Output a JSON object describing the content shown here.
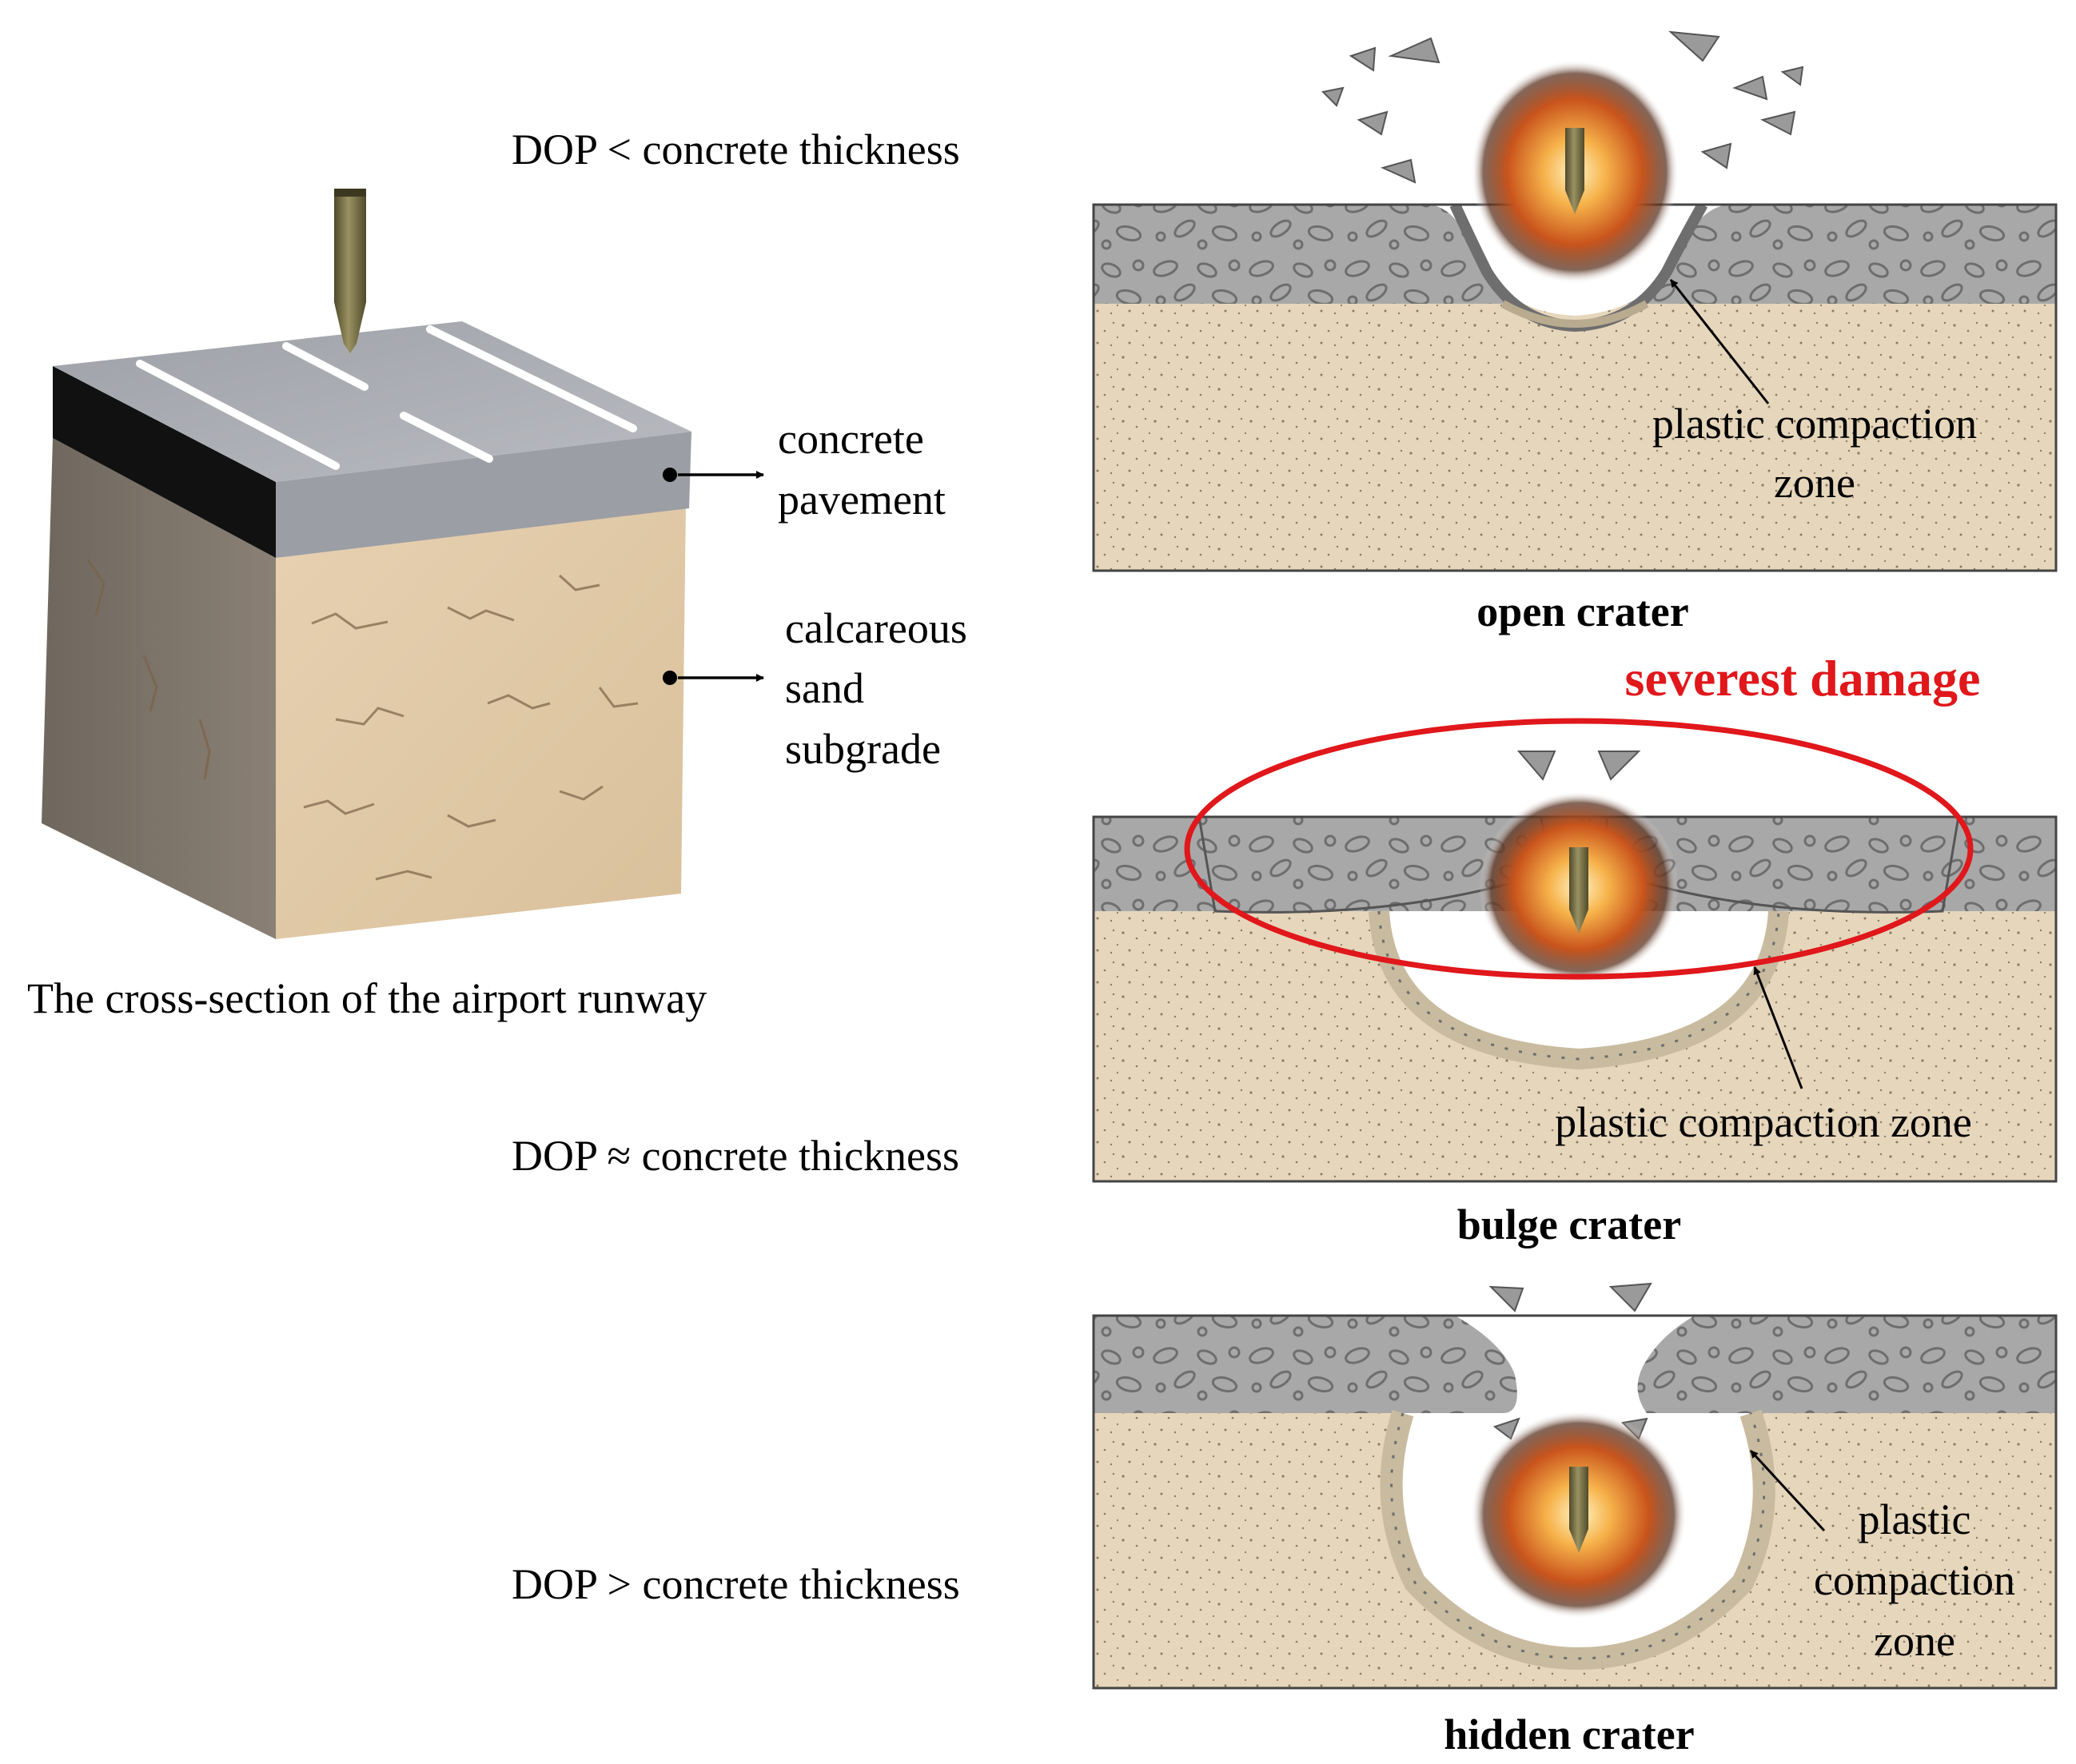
{
  "left": {
    "material_labels": {
      "concrete": [
        "concrete",
        "pavement"
      ],
      "sand": [
        "calcareous",
        "sand",
        "subgrade"
      ]
    },
    "caption": "The cross-section of the airport runway"
  },
  "conditions": [
    "DOP < concrete thickness",
    "DOP ≈ concrete thickness",
    "DOP > concrete thickness"
  ],
  "panels": {
    "open": {
      "title": "open crater",
      "zone_label": [
        "plastic compaction",
        "zone"
      ]
    },
    "bulge": {
      "title": "bulge crater",
      "zone_label": [
        "plastic compaction zone"
      ],
      "highlight": "severest damage"
    },
    "hidden": {
      "title": "hidden crater",
      "zone_label": [
        "plastic",
        "compaction",
        "zone"
      ]
    }
  },
  "colors": {
    "concrete": "#a8a8a8",
    "concrete_edge": "#6e6e6e",
    "sand": "#e6d6bb",
    "sand_dots": "#8a7b66",
    "highlight": "#e0171b",
    "explosion_core": "#f6b24a",
    "explosion_outer": "#c9541c",
    "projectile": "#6b6439"
  }
}
